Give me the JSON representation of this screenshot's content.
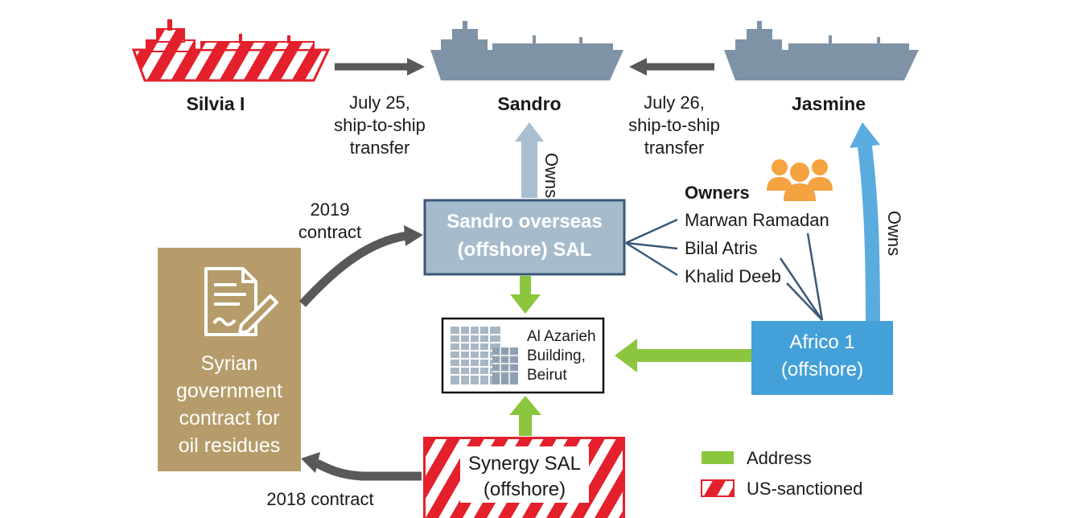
{
  "ships": {
    "silvia": {
      "name": "Silvia I",
      "sanctioned": true
    },
    "sandro": {
      "name": "Sandro",
      "sanctioned": false
    },
    "jasmine": {
      "name": "Jasmine",
      "sanctioned": false
    }
  },
  "transfers": {
    "left": [
      "July 25,",
      "ship-to-ship",
      "transfer"
    ],
    "right": [
      "July 26,",
      "ship-to-ship",
      "transfer"
    ]
  },
  "owns_label": "Owns",
  "sandro_overseas": {
    "line1": "Sandro overseas",
    "line2": "(offshore) SAL"
  },
  "owners": {
    "title": "Owners",
    "names": [
      "Marwan Ramadan",
      "Bilal Atris",
      "Khalid Deeb"
    ]
  },
  "building": {
    "lines": [
      "Al Azarieh",
      "Building,",
      "Beirut"
    ]
  },
  "africo": {
    "line1": "Africo 1",
    "line2": "(offshore)"
  },
  "synergy": {
    "line1": "Synergy SAL",
    "line2": "(offshore)"
  },
  "syrian": {
    "lines": [
      "Syrian",
      "government",
      "contract for",
      "oil residues"
    ]
  },
  "contracts": {
    "c2019": [
      "2019",
      "contract"
    ],
    "c2018": "2018 contract"
  },
  "legend": {
    "address": "Address",
    "sanctioned": "US-sanctioned"
  },
  "colors": {
    "ship_gray": "#7f93a6",
    "sanction_red": "#e3202b",
    "address_green": "#8cc63f",
    "owns_light_blue": "#a9bfd1",
    "owns_blue": "#5aacdf",
    "box_blue": "#44a0d8",
    "box_gray": "#a6bccd",
    "box_border": "#3b5878",
    "tan": "#b59c6a",
    "arrow_gray": "#595959",
    "owner_icon": "#f4a340"
  }
}
